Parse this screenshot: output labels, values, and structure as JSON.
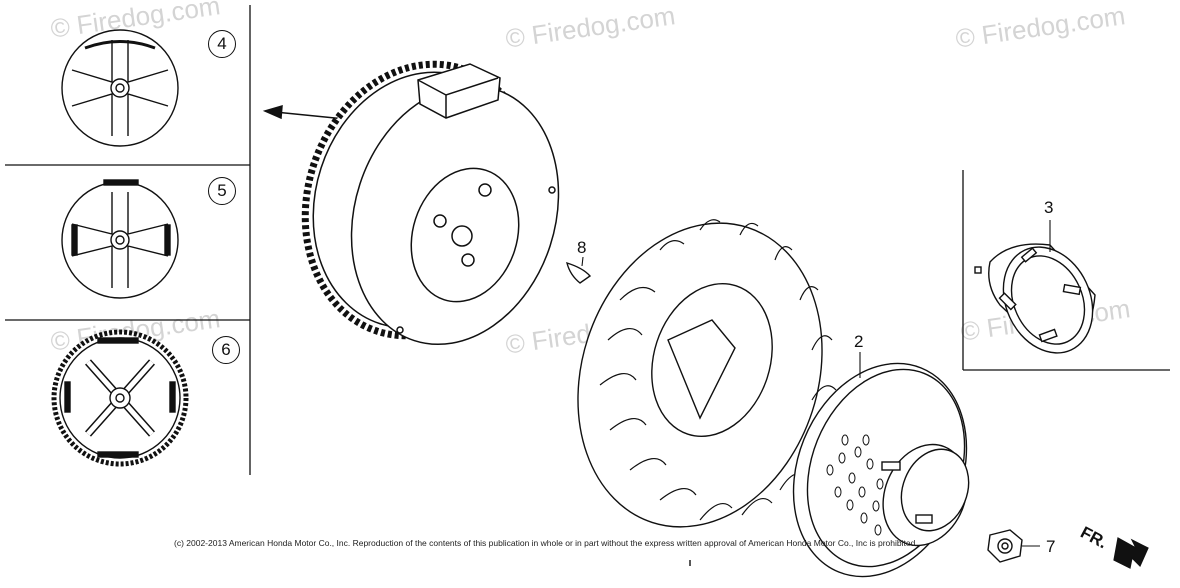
{
  "watermark": "© Firedog.com",
  "copyright": "(c) 2002-2013 American Honda Motor Co., Inc. Reproduction of the contents of this publication in whole or in part without the express written approval of American Honda Motor Co., Inc is prohibited.",
  "callouts": {
    "c2": "2",
    "c3": "3",
    "c4": "4",
    "c5": "5",
    "c6": "6",
    "c7": "7",
    "c8": "8"
  },
  "direction_label": "FR."
}
